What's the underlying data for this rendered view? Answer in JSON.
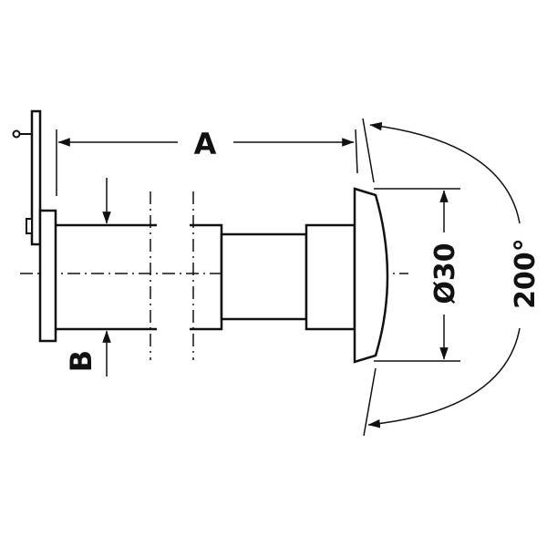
{
  "labels": {
    "a": "A",
    "b": "B",
    "diameter": "Ø30",
    "angle": "200°"
  },
  "colors": {
    "ink": "#111111",
    "fill": "#ffffff",
    "background": "#ffffff"
  }
}
